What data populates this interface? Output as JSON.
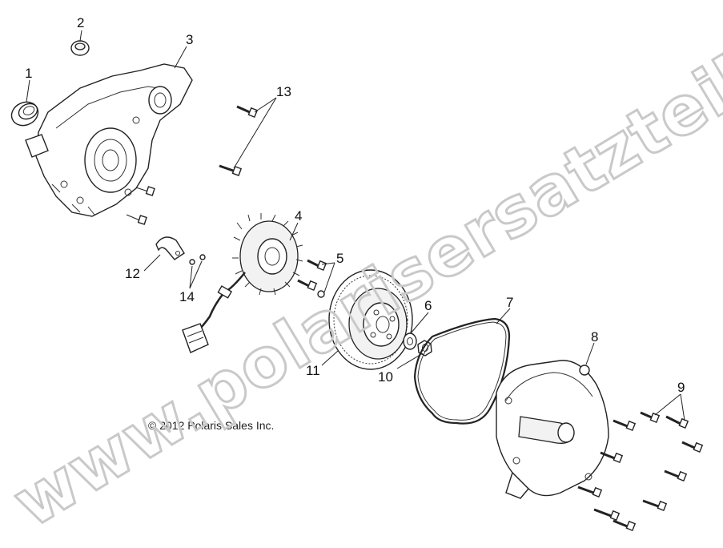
{
  "callouts": [
    "1",
    "2",
    "3",
    "4",
    "5",
    "6",
    "7",
    "8",
    "9",
    "10",
    "11",
    "12",
    "13",
    "14"
  ],
  "copyright": "© 2012 Polaris Sales Inc.",
  "watermark": "www.polarisersatzteile.de",
  "colors": {
    "ink": "#222222",
    "watermark": "#c9c9c9",
    "background": "#ffffff"
  }
}
